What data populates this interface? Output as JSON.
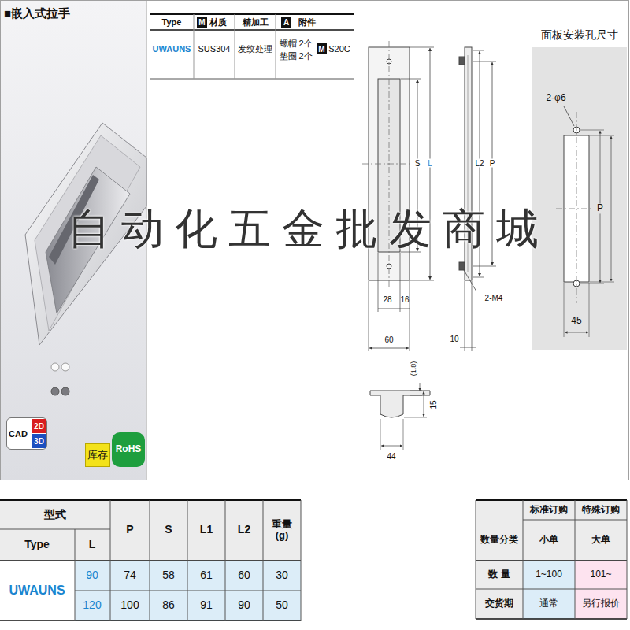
{
  "diagram": {
    "title": "■嵌入式拉手",
    "nodes": [
      {
        "text": [
          "CAD"
        ]
      },
      {
        "text": [
          "2D"
        ],
        "in": 0
      },
      {
        "text": [
          "3D"
        ],
        "in": 0
      },
      {
        "text": [
          "库存"
        ]
      },
      {
        "text": [
          "RoHS"
        ]
      },
      {
        "text": [
          "M"
        ]
      },
      {
        "text": [
          "A"
        ]
      },
      {
        "text": [
          "M"
        ]
      },
      {
        "text": [
          "面板安装孔尺寸",
          "2-φ6",
          "P",
          "45"
        ]
      }
    ],
    "labels": [
      "Type",
      "材质",
      "精加工",
      "附件",
      "UWAUNS",
      "SUS304",
      "发纹处理",
      "螺帽",
      "2个",
      "垫圈",
      "2个",
      "S20C",
      "S",
      "L",
      "L2",
      "P",
      "28",
      "16",
      "60",
      "2-M4",
      "10",
      "(1.8)",
      "15",
      "44",
      "自动化五金批发商城",
      "型式",
      "P",
      "S",
      "L1",
      "L2",
      "重量 (g)",
      "Type",
      "L",
      "UWAUNS",
      "90",
      "74",
      "58",
      "61",
      "60",
      "30",
      "120",
      "100",
      "86",
      "91",
      "90",
      "50",
      "数量分类",
      "标准订购",
      "特殊订购",
      "小单",
      "大单",
      "数 量",
      "1~100",
      "101~",
      "交货期",
      "通常",
      "另行报价"
    ]
  }
}
